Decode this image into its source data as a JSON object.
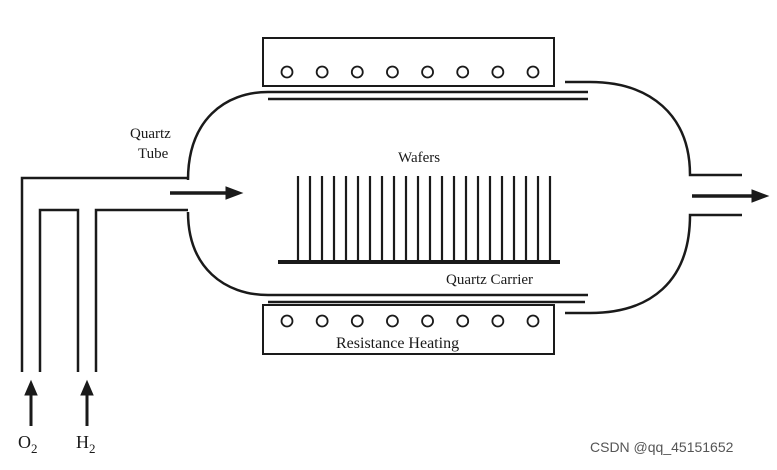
{
  "labels": {
    "quartz_tube_line1": "Quartz",
    "quartz_tube_line2": "Tube",
    "wafers": "Wafers",
    "quartz_carrier": "Quartz Carrier",
    "resistance_heating": "Resistance Heating",
    "o2_main": "O",
    "o2_sub": "2",
    "h2_main": "H",
    "h2_sub": "2"
  },
  "watermark": "CSDN @qq_45151652",
  "wafer_count": 22,
  "heater_circle_count": 8,
  "colors": {
    "line": "#1a1a1a",
    "background": "#ffffff",
    "watermark": "#555555"
  }
}
